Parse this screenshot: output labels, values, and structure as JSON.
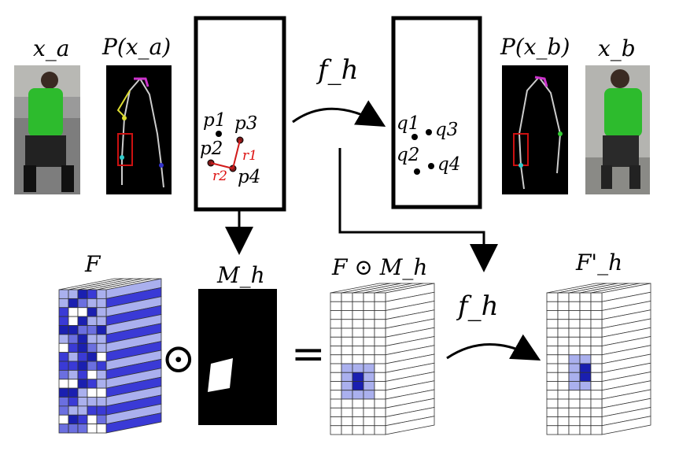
{
  "labels": {
    "xa": "x_a",
    "pxa": "P(x_a)",
    "pxb": "P(x_b)",
    "xb": "x_b",
    "fh_top": "f_h",
    "fh_bottom": "f_h",
    "F": "F",
    "Mh": "M_h",
    "FMh": "F ⊙ M_h",
    "Fh_prime": "F'_h"
  },
  "points_left": [
    "p1",
    "p2",
    "p3",
    "p4"
  ],
  "radii": [
    "r1",
    "r2"
  ],
  "points_right": [
    "q1",
    "q2",
    "q3",
    "q4"
  ],
  "operators": {
    "hadamard": "⊙",
    "equals": "="
  },
  "colors": {
    "shirt": "#2dbb2d",
    "radius": "#d11a1a",
    "blue_dark": "#1a1fb0",
    "blue_mid": "#3a3ad6",
    "blue_light": "#aab0ee"
  }
}
